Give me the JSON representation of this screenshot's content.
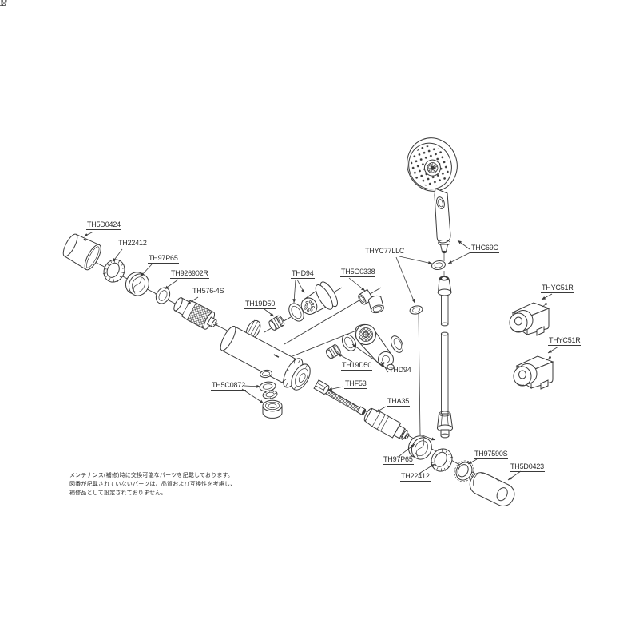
{
  "colors": {
    "background": "#ffffff",
    "line": "#3a3a3a"
  },
  "diagram": {
    "labels": [
      {
        "text": "TH5D0424"
      },
      {
        "text": "TH22412"
      },
      {
        "text": "TH97P65"
      },
      {
        "text": "TH926902R"
      },
      {
        "text": "TH576-4S"
      },
      {
        "text": "TH19D50"
      },
      {
        "text": "THD94"
      },
      {
        "text": "TH5G0338"
      },
      {
        "text": "THYC77LLC"
      },
      {
        "text": "THC69C"
      },
      {
        "text": "THYC51R"
      },
      {
        "text": "THYC51R"
      },
      {
        "text": "TH19D50"
      },
      {
        "text": "THD94"
      },
      {
        "text": "THF53"
      },
      {
        "text": "THA35"
      },
      {
        "text": "TH5C0872"
      },
      {
        "text": "TH97P65"
      },
      {
        "text": "TH22412"
      },
      {
        "text": "TH97590S"
      },
      {
        "text": "TH5D0423"
      }
    ],
    "note": [
      "メンテナンス(補修)時に交換可能なパーツを記載しております。",
      "図番が記載されていないパーツは、品質および互換性を考慮し、",
      "補修品として設定されておりません。"
    ]
  }
}
